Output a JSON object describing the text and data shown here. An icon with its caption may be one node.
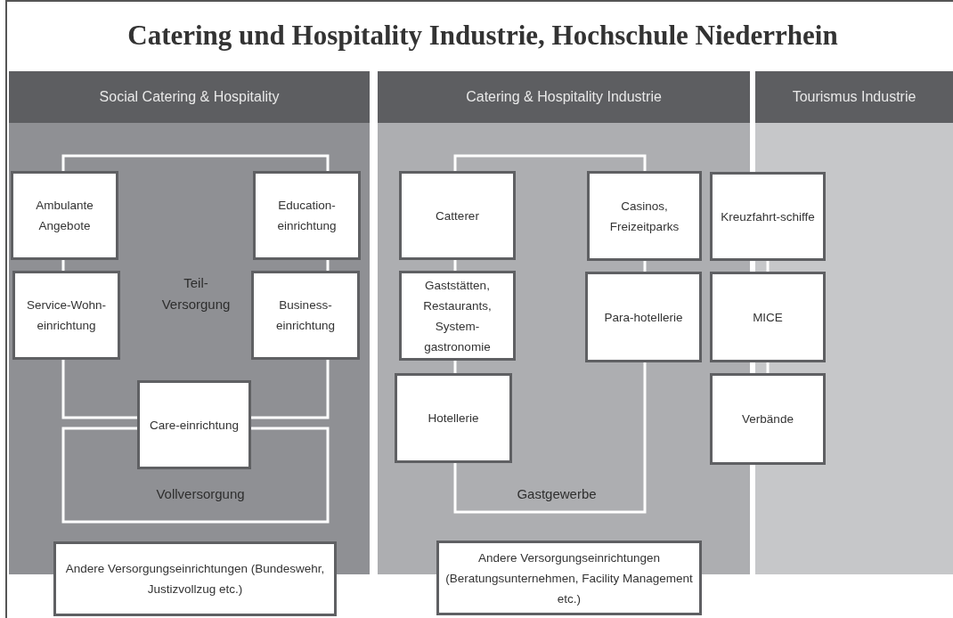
{
  "diagram": {
    "title": "Catering und Hospitality Industrie, Hochschule Niederrhein",
    "nodes": [
      {
        "text": [
          "Social Catering & Hospitality"
        ]
      },
      {
        "text": [
          "Ambulante Angebote"
        ],
        "in": 0
      },
      {
        "text": [
          "Education-einrichtung"
        ],
        "in": 0
      },
      {
        "text": [
          "Service-Wohn-einrichtung"
        ],
        "in": 0
      },
      {
        "text": [
          "Business-einrichtung"
        ],
        "in": 0
      },
      {
        "text": [
          "Care-einrichtung"
        ],
        "in": 0
      },
      {
        "text": [
          "Andere Versorgungseinrichtungen (Bundeswehr, Justizvollzug etc.)"
        ]
      },
      {
        "text": [
          "Catering & Hospitality Industrie"
        ]
      },
      {
        "text": [
          "Catterer"
        ],
        "in": 7
      },
      {
        "text": [
          "Casinos, Freizeitparks"
        ],
        "in": 7
      },
      {
        "text": [
          "Gaststätten, Restaurants, System-gastronomie"
        ],
        "in": 7
      },
      {
        "text": [
          "Para-hotellerie"
        ],
        "in": 7
      },
      {
        "text": [
          "Hotellerie"
        ],
        "in": 7
      },
      {
        "text": [
          "Andere Versorgungseinrichtungen (Beratungsunternehmen, Facility Management etc.)"
        ]
      },
      {
        "text": [
          "Tourismus Industrie"
        ]
      },
      {
        "text": [
          "Kreuzfahrt-schiffe"
        ]
      },
      {
        "text": [
          "MICE"
        ]
      },
      {
        "text": [
          "Verbände"
        ]
      }
    ],
    "labels": [
      "Teil-Versorgung",
      "Vollversorgung",
      "Gastgewerbe"
    ]
  }
}
